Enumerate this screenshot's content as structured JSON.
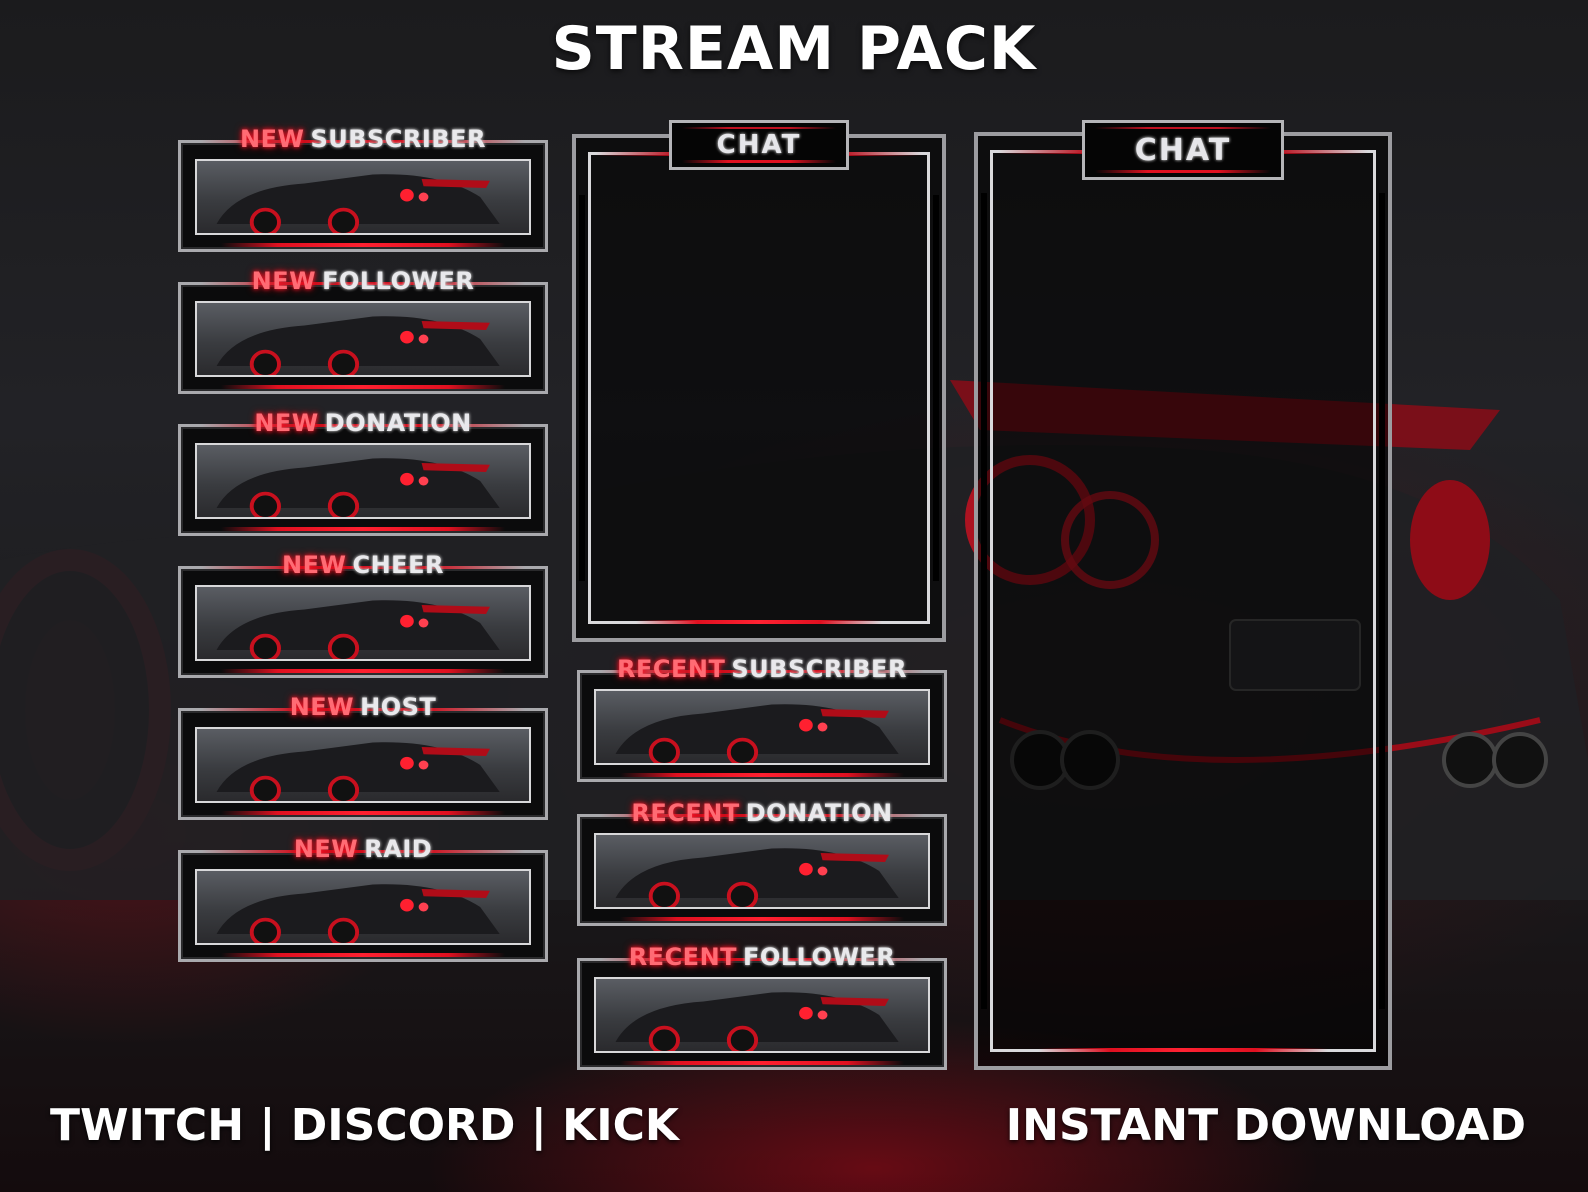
{
  "headline": "STREAM PACK",
  "alerts_left": [
    {
      "w1": "NEW",
      "w2": "SUBSCRIBER"
    },
    {
      "w1": "NEW",
      "w2": "FOLLOWER"
    },
    {
      "w1": "NEW",
      "w2": "DONATION"
    },
    {
      "w1": "NEW",
      "w2": "CHEER"
    },
    {
      "w1": "NEW",
      "w2": "HOST"
    },
    {
      "w1": "NEW",
      "w2": "RAID"
    }
  ],
  "alerts_mid": [
    {
      "w1": "RECENT",
      "w2": "SUBSCRIBER"
    },
    {
      "w1": "RECENT",
      "w2": "DONATION"
    },
    {
      "w1": "RECENT",
      "w2": "FOLLOWER"
    }
  ],
  "chat_small": {
    "title": "CHAT"
  },
  "chat_large": {
    "title": "CHAT"
  },
  "footer": {
    "left": "TWITCH | DISCORD | KICK",
    "right": "INSTANT DOWNLOAD"
  },
  "colors": {
    "accent": "#e01020",
    "frame": "#a9a9ad",
    "text": "#ffffff"
  }
}
